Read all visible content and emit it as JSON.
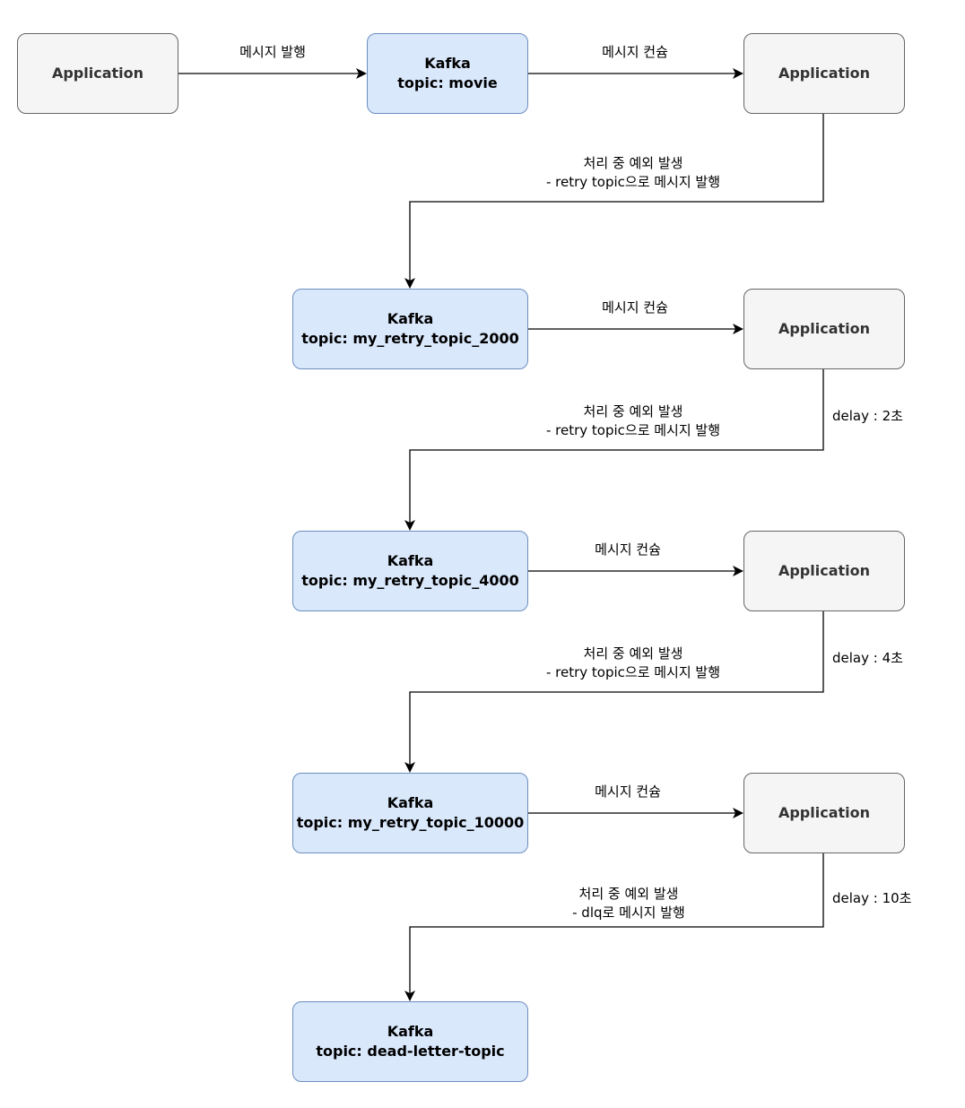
{
  "nodes": {
    "app1": {
      "text": "Application"
    },
    "kafka_movie": {
      "title": "Kafka",
      "topic": "topic: movie"
    },
    "app2": {
      "text": "Application"
    },
    "kafka_2000": {
      "title": "Kafka",
      "topic": "topic: my_retry_topic_2000"
    },
    "app3": {
      "text": "Application"
    },
    "kafka_4000": {
      "title": "Kafka",
      "topic": "topic: my_retry_topic_4000"
    },
    "app4": {
      "text": "Application"
    },
    "kafka_10000": {
      "title": "Kafka",
      "topic": "topic: my_retry_topic_10000"
    },
    "app5": {
      "text": "Application"
    },
    "kafka_dlt": {
      "title": "Kafka",
      "topic": "topic: dead-letter-topic"
    }
  },
  "labels": {
    "publish": "메시지 발행",
    "consume1": "메시지 컨슘",
    "consume2": "메시지 컨슘",
    "consume3": "메시지 컨슘",
    "consume4": "메시지 컨슘",
    "error1": {
      "line1": "처리 중 예외 발생",
      "line2": "- retry topic으로 메시지 발행"
    },
    "error2": {
      "line1": "처리 중 예외 발생",
      "line2": "- retry topic으로 메시지 발행"
    },
    "error3": {
      "line1": "처리 중 예외 발생",
      "line2": "- retry topic으로 메시지 발행"
    },
    "error4": {
      "line1": "처리 중 예외 발생",
      "line2": "- dlq로 메시지 발행"
    },
    "delay1": "delay : 2초",
    "delay2": "delay : 4초",
    "delay3": "delay : 10초"
  }
}
